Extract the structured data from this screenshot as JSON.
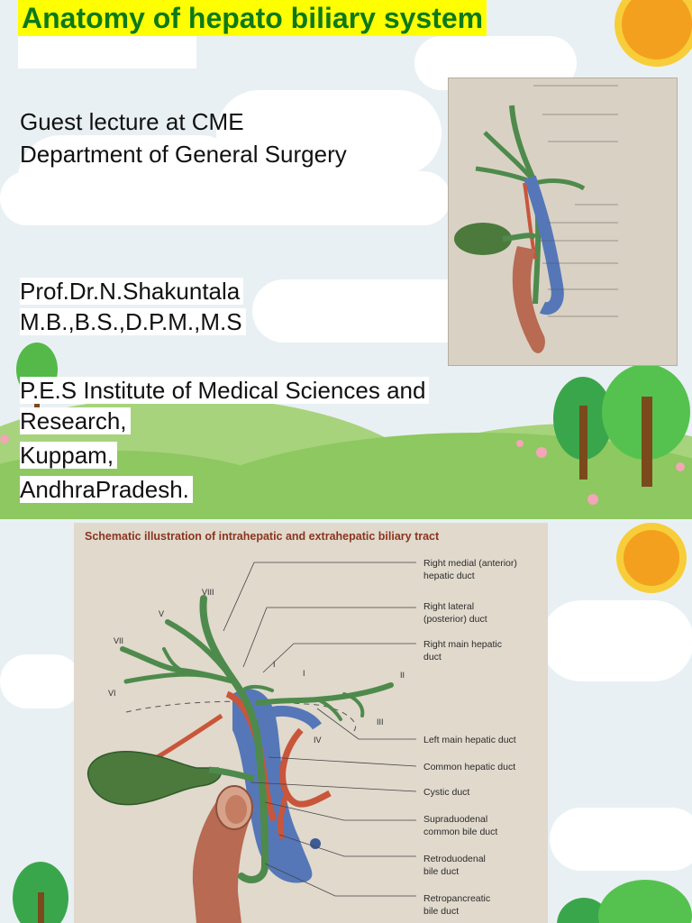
{
  "slide1": {
    "title": "Anatomy of hepato biliary system",
    "lines": [
      "Guest lecture at CME",
      "Department of General Surgery",
      "Prof.Dr.N.Shakuntala",
      "M.B.,B.S.,D.P.M.,M.S",
      "P.E.S Institute of Medical Sciences and",
      "Research,",
      "Kuppam,",
      "AndhraPradesh."
    ]
  },
  "figure": {
    "title": "Schematic illustration of intrahepatic and extrahepatic biliary tract",
    "segments": [
      "VIII",
      "V",
      "VII",
      "VI",
      "I",
      "I",
      "II",
      "III",
      "IV"
    ],
    "labels": [
      [
        "Right medial (anterior)",
        "hepatic duct"
      ],
      [
        "Right lateral",
        "(posterior) duct"
      ],
      [
        "Right main hepatic",
        "duct"
      ],
      [
        "Left main hepatic duct"
      ],
      [
        "Common hepatic duct"
      ],
      [
        "Cystic duct"
      ],
      [
        "Supraduodenal",
        "common bile duct"
      ],
      [
        "Retroduodenal",
        "bile duct"
      ],
      [
        "Retropancreatic",
        "bile duct"
      ]
    ]
  },
  "colors": {
    "title_text": "#0d7a19",
    "title_highlight": "#ffff00",
    "duct_green": "#4e8a4c",
    "vein_blue": "#5577b8",
    "artery_red": "#c9553a"
  }
}
